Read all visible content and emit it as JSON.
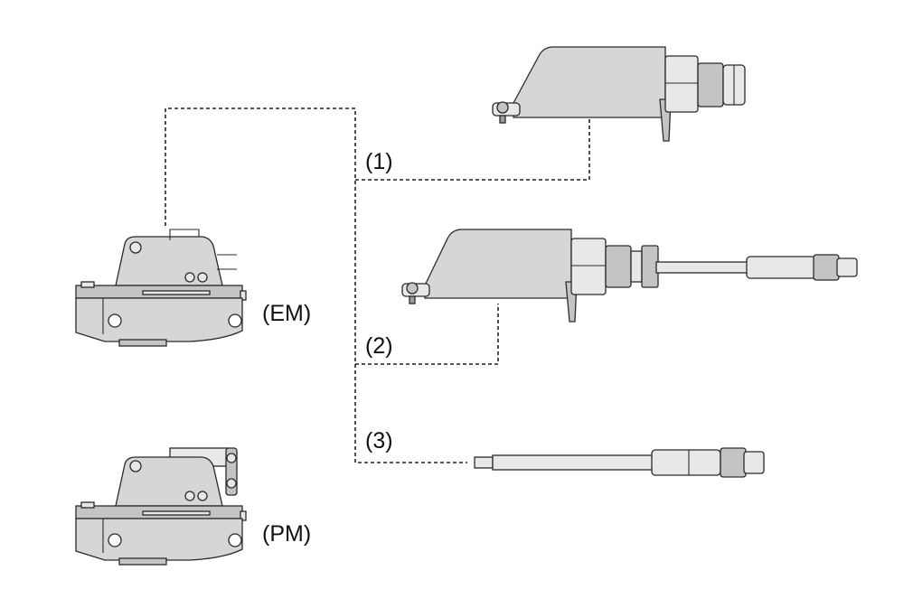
{
  "labels": {
    "em": "(EM)",
    "pm": "(PM)",
    "option_1": "(1)",
    "option_2": "(2)",
    "option_3": "(3)"
  },
  "colors": {
    "housing": "#d6d6d6",
    "outline": "#2a2a2a",
    "connector_lines": "#222222"
  }
}
